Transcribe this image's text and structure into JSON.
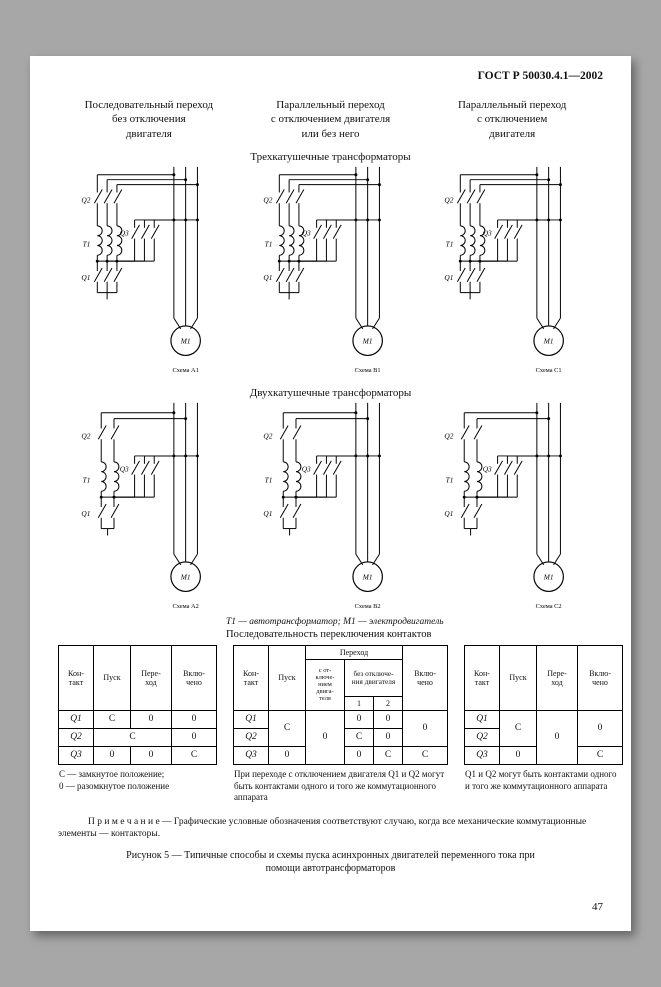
{
  "header": {
    "title": "ГОСТ Р 50030.4.1—2002"
  },
  "page_number": "47",
  "columns": [
    {
      "heading": "Последовательный переход\nбез отключения\nдвигателя"
    },
    {
      "heading": "Параллельный переход\nс отключением двигателя\nили без него"
    },
    {
      "heading": "Параллельный переход\nс отключением\nдвигателя"
    }
  ],
  "sections": {
    "three_coil": "Трехкатушечные трансформаторы",
    "two_coil": "Двухкатушечные трансформаторы"
  },
  "legend": "Т1 — автотрансформатор; М1 — электродвигатель",
  "tables_title": "Последовательность переключения контактов",
  "diagrams": [
    {
      "scheme": "Схема А1",
      "labels": {
        "q1": "Q1",
        "q2": "Q2",
        "q3": "Q3",
        "t1": "T1",
        "m1": "M1"
      }
    },
    {
      "scheme": "Схема В1",
      "labels": {
        "q1": "Q1",
        "q2": "Q2",
        "q3": "Q3",
        "t1": "T1",
        "m1": "M1"
      }
    },
    {
      "scheme": "Схема С1",
      "labels": {
        "q1": "Q1",
        "q2": "Q2",
        "q3": "Q3",
        "t1": "T1",
        "m1": "M1"
      }
    },
    {
      "scheme": "Схема А2",
      "labels": {
        "q1": "Q1",
        "q2": "Q2",
        "q3": "Q3",
        "t1": "T1",
        "m1": "M1"
      }
    },
    {
      "scheme": "Схема В2",
      "labels": {
        "q1": "Q1",
        "q2": "Q2",
        "q3": "Q3",
        "t1": "T1",
        "m1": "M1"
      }
    },
    {
      "scheme": "Схема С2",
      "labels": {
        "q1": "Q1",
        "q2": "Q2",
        "q3": "Q3",
        "t1": "T1",
        "m1": "M1"
      }
    }
  ],
  "tables": {
    "a": {
      "headers": [
        "Кон-\nтакт",
        "Пуск",
        "Пере-\nход",
        "Вклю-\nчено"
      ],
      "rows": [
        {
          "contact": "Q1",
          "start": "C",
          "transition": "0",
          "on": "0"
        },
        {
          "contact": "Q2",
          "start_transition": "C",
          "on": "0"
        },
        {
          "contact": "Q3",
          "start": "0",
          "transition": "0",
          "on": "C"
        }
      ],
      "note": "С — замкнутое положение;\n0 — разомкнутое положение"
    },
    "b": {
      "headers": {
        "contact": "Кон-\nтакт",
        "start": "Пуск",
        "transition": "Переход",
        "with_disc": "с от-\nключе-\nнием\nдвига-\nтеля",
        "without_disc": "без отключе-\nния двигателя",
        "n1": "1",
        "n2": "2",
        "on": "Вклю-\nчено"
      },
      "merged": {
        "start_q1q2": "C",
        "with_disc": "0",
        "on_q1q2": "0"
      },
      "rows": [
        {
          "contact": "Q1",
          "without1": "0",
          "without2": "0"
        },
        {
          "contact": "Q2",
          "without1": "C",
          "without2": "0"
        },
        {
          "contact": "Q3",
          "start": "0",
          "without1": "0",
          "without2": "C",
          "on": "C"
        }
      ],
      "note": "При переходе с отключением двигателя Q1 и Q2 могут быть контактами одного и того же коммутационного аппарата"
    },
    "c": {
      "headers": [
        "Кон-\nтакт",
        "Пуск",
        "Пере-\nход",
        "Вклю-\nчено"
      ],
      "merged": {
        "start_q1q2": "C",
        "transition": "0",
        "on_q1q2": "0"
      },
      "rows": [
        {
          "contact": "Q1"
        },
        {
          "contact": "Q2"
        },
        {
          "contact": "Q3",
          "start": "0",
          "on": "C"
        }
      ],
      "note": "Q1 и Q2 могут быть контактами одного и того же коммутационного аппарата"
    }
  },
  "remark": "П р и м е ч а н и е — Графические условные обозначения соответствуют случаю, когда все механические коммутационные элементы — контакторы.",
  "caption": "Рисунок 5 — Типичные способы и схемы пуска асинхронных двигателей переменного тока при помощи автотрансформаторов"
}
